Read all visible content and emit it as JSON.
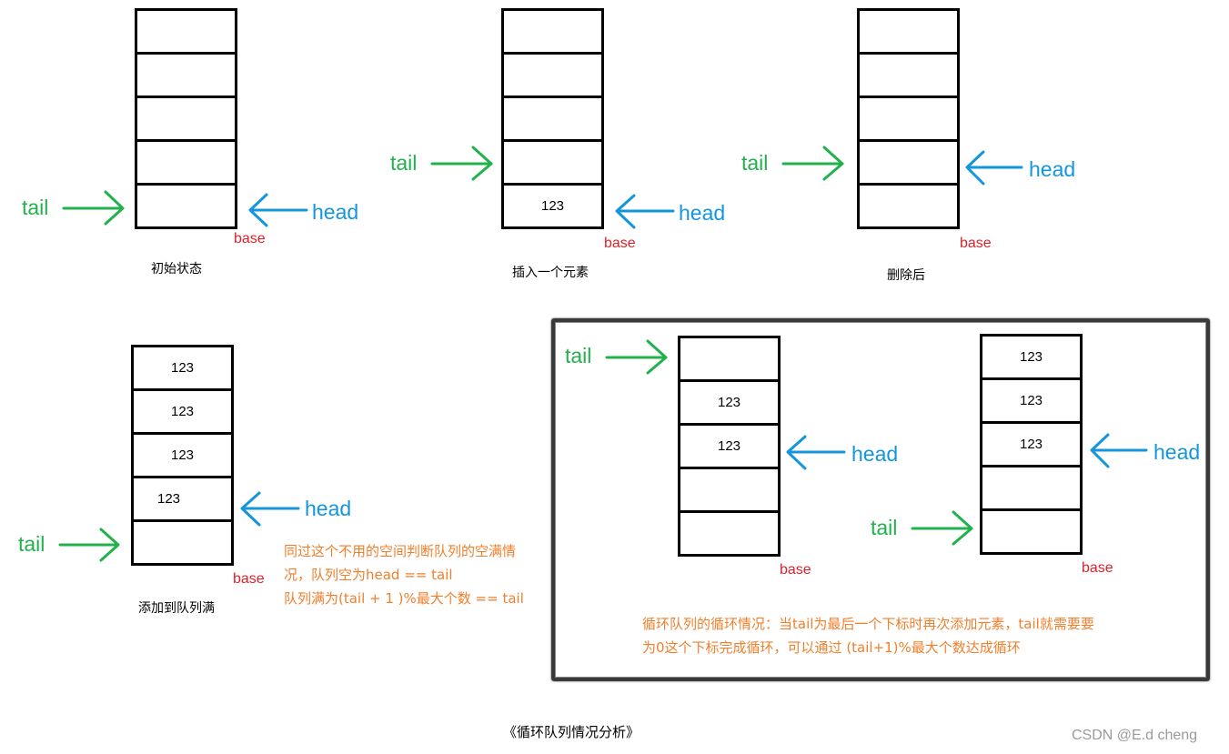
{
  "labels": {
    "tail": "tail",
    "head": "head",
    "base": "base"
  },
  "captions": {
    "initial": "初始状态",
    "insert": "插入一个元素",
    "delete": "删除后",
    "full": "添加到队列满"
  },
  "stacks": {
    "initial": [
      "",
      "",
      "",
      "",
      ""
    ],
    "insert": [
      "",
      "",
      "",
      "",
      "123"
    ],
    "delete": [
      "",
      "",
      "",
      "",
      ""
    ],
    "full": [
      "123",
      "123",
      "123",
      "123",
      ""
    ],
    "circular_a": [
      "",
      "123",
      "123",
      "",
      ""
    ],
    "circular_b": [
      "123",
      "123",
      "123",
      "",
      ""
    ]
  },
  "note_full": [
    "同过这个不用的空间判断队列的空满情",
    "况，队列空为head == tail",
    "队列满为(tail + 1 )%最大个数 == tail"
  ],
  "note_circular": [
    "循环队列的循环情况：当tail为最后一个下标时再次添加元素，tail就需要要",
    "为0这个下标完成循环，可以通过 (tail+1)%最大个数达成循环"
  ],
  "footer": "《循环队列情况分析》",
  "watermark": "CSDN @E.d cheng",
  "colors": {
    "tail": "#22b14c",
    "head": "#1496dc",
    "base": "#e0202a",
    "note": "#f07f2c"
  }
}
